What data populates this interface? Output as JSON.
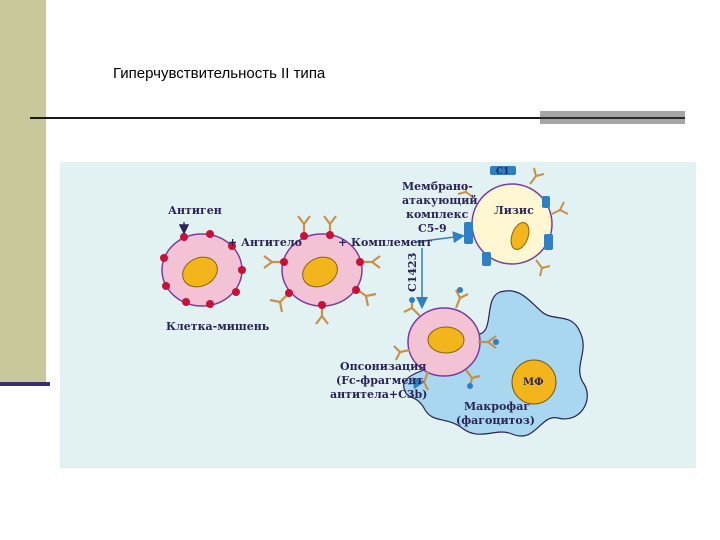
{
  "slide": {
    "title": "Гиперчувствительность II типа"
  },
  "diagram": {
    "labels": {
      "antigen": "Антиген",
      "antibody": "+ Антитело",
      "complement": "+ Комплемент",
      "target_cell": "Клетка-мишень",
      "mac_line1": "Мембрано-",
      "mac_line2": "атакующий",
      "mac_line3": "комплекс",
      "mac_line4": "С5-9",
      "c1": "С1",
      "lysis": "Лизис",
      "c1423": "С1423",
      "opson_line1": "Опсонизация",
      "opson_line2": "(Fc-фрагмент",
      "opson_line3": "антитела+С3b)",
      "macrophage_line1": "Макрофаг",
      "macrophage_line2": "(фагоцитоз)",
      "mf": "МФ"
    },
    "colors": {
      "cell_fill": "#f3c2d5",
      "cell_stroke": "#7a3d9b",
      "nucleus": "#f2b51c",
      "antigen_dot": "#c8103a",
      "antibody": "#c8904a",
      "complement": "#2f7fc2",
      "macrophage": "#a9d7f0",
      "figure_bg": "#e2f2f3",
      "label": "#2a2456"
    }
  }
}
